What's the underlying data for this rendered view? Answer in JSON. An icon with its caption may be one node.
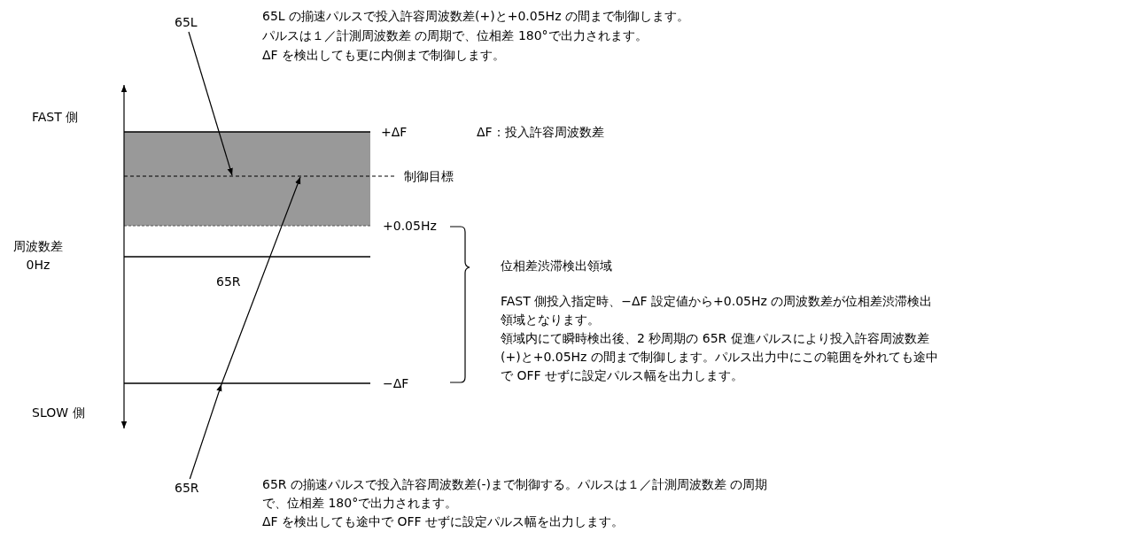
{
  "diagram": {
    "nodes": [
      {
        "text": [
          "65L"
        ]
      },
      {
        "text": [
          "65R"
        ]
      }
    ],
    "edges": [
      {
        "from": 0,
        "to": null,
        "arrow": "to"
      },
      {
        "from": 1,
        "to": null,
        "arrow": "to"
      }
    ],
    "labels": [
      "65L の揃速パルスで投入許容周波数差(+)と+0.05Hz の間まで制御します。",
      "パルスは１／計測周波数差 の周期で、位相差 180°で出力されます。",
      "ΔF を検出しても更に内側まで制御します。",
      "FAST 側",
      "+ΔF",
      "ΔF：投入許容周波数差",
      "制御目標",
      "+0.05Hz",
      "周波数差 0Hz",
      "65R",
      "位相差渋滞検出領域",
      "FAST 側投入指定時、−ΔF 設定値から+0.05Hz の周波数差が位相差渋滞検出領域となります。",
      "領域内にて瞬時検出後、2 秒周期の 65R 促進パルスにより投入許容周波数差(+)と+0.05Hz の間まで制御します。パルス出力中にこの範囲を外れても途中で OFF せずに設定パルス幅を出力します。",
      "−ΔF",
      "SLOW 側",
      "65R の揃速パルスで投入許容周波数差(-)まで制御する。パルスは１／計測周波数差 の周期で、位相差 180°で出力されます。",
      "ΔF を検出しても途中で OFF せずに設定パルス幅を出力します。"
    ]
  }
}
